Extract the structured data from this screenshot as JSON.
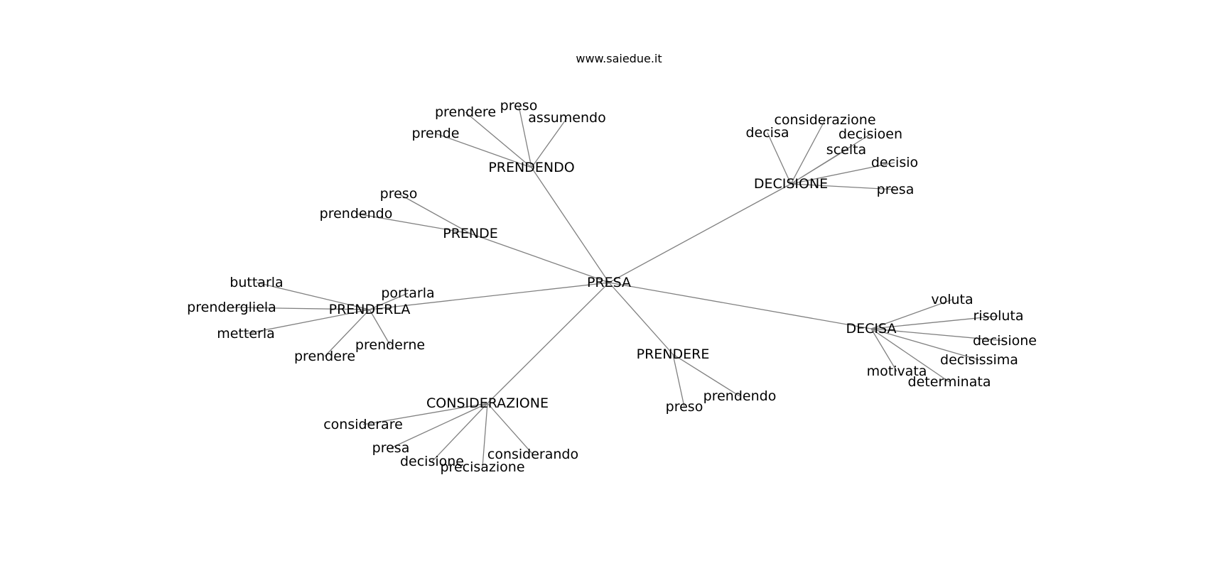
{
  "site_title": "www.saiedue.it",
  "graph": {
    "root": "PRESA",
    "groups": [
      {
        "id": "prendendo",
        "label": "PRENDENDO",
        "children": [
          "prendere",
          "preso",
          "assumendo",
          "prende"
        ]
      },
      {
        "id": "decisione",
        "label": "DECISIONE",
        "children": [
          "considerazione",
          "decisa",
          "decisioen",
          "scelta",
          "decisio",
          "presa"
        ]
      },
      {
        "id": "prende",
        "label": "PRENDE",
        "children": [
          "preso",
          "prendendo"
        ]
      },
      {
        "id": "prenderla",
        "label": "PRENDERLA",
        "children": [
          "buttarla",
          "portarla",
          "prendergliela",
          "metterla",
          "prenderne",
          "prendere"
        ]
      },
      {
        "id": "decisa",
        "label": "DECISA",
        "children": [
          "voluta",
          "risoluta",
          "decisione",
          "decisissima",
          "motivata",
          "determinata"
        ]
      },
      {
        "id": "prendere",
        "label": "PRENDERE",
        "children": [
          "prendendo",
          "preso"
        ]
      },
      {
        "id": "considerazione",
        "label": "CONSIDERAZIONE",
        "children": [
          "considerare",
          "presa",
          "decisione",
          "precisazione",
          "considerando"
        ]
      }
    ]
  }
}
